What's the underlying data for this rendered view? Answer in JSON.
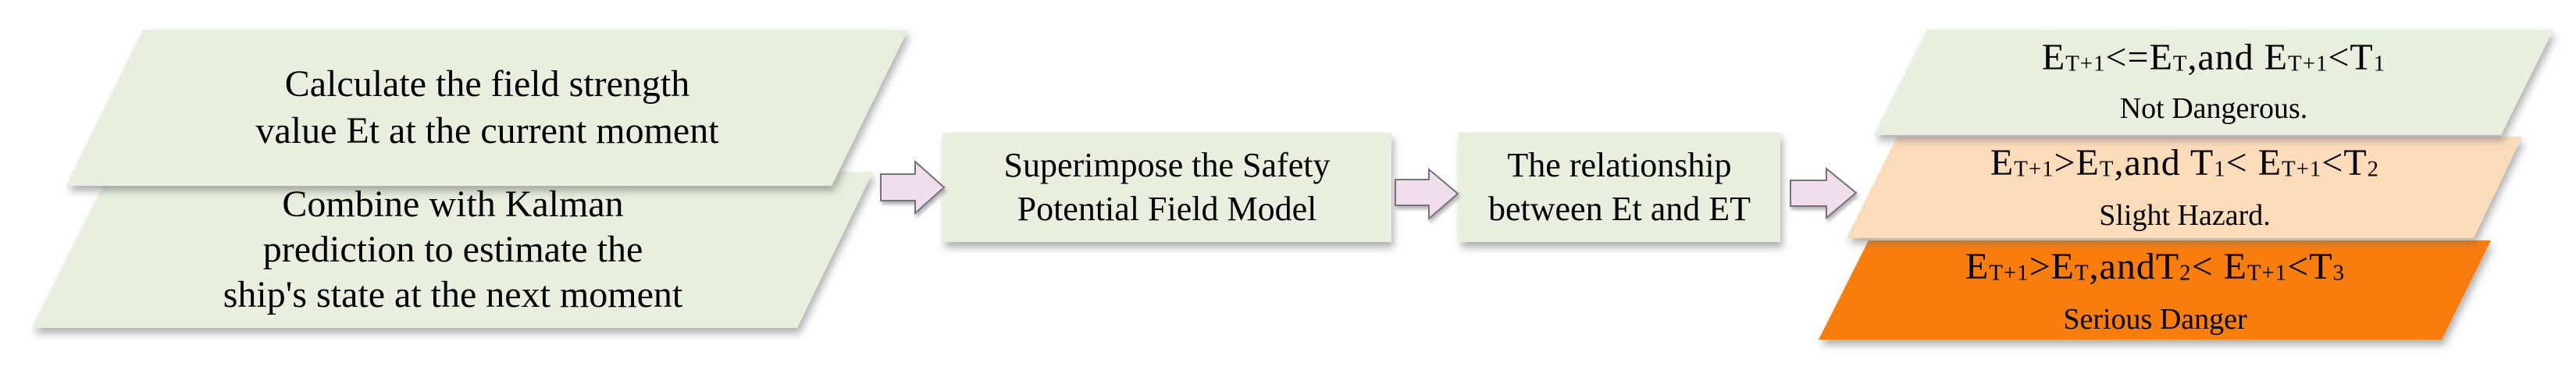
{
  "flowchart": {
    "inputs": [
      {
        "lines": [
          "Calculate the field strength",
          "value Et at the current moment"
        ]
      },
      {
        "lines": [
          "Combine with Kalman",
          "prediction to estimate the",
          "ship's state at the next moment"
        ]
      }
    ],
    "processes": [
      {
        "lines": [
          "Superimpose the Safety",
          "Potential Field Model"
        ]
      },
      {
        "lines": [
          "The relationship",
          "between Et and ET"
        ]
      }
    ],
    "outcomes": [
      {
        "formula": [
          {
            "t": "E"
          },
          {
            "t": "T+1",
            "sub": true
          },
          {
            "t": "<=E"
          },
          {
            "t": "T",
            "sub": true
          },
          {
            "t": ",and E"
          },
          {
            "t": "T+1",
            "sub": true
          },
          {
            "t": "<T"
          },
          {
            "t": "1",
            "sub": true
          }
        ],
        "label": "Not Dangerous."
      },
      {
        "formula": [
          {
            "t": "E"
          },
          {
            "t": "T+1",
            "sub": true
          },
          {
            "t": ">E"
          },
          {
            "t": "T",
            "sub": true
          },
          {
            "t": ",and T"
          },
          {
            "t": "1",
            "sub": true
          },
          {
            "t": "< E"
          },
          {
            "t": "T+1",
            "sub": true
          },
          {
            "t": "<T"
          },
          {
            "t": "2",
            "sub": true
          }
        ],
        "label": "Slight Hazard."
      },
      {
        "formula": [
          {
            "t": "E"
          },
          {
            "t": "T+1",
            "sub": true
          },
          {
            "t": ">E"
          },
          {
            "t": "T",
            "sub": true
          },
          {
            "t": ",andT"
          },
          {
            "t": "2",
            "sub": true
          },
          {
            "t": "< E"
          },
          {
            "t": "T+1",
            "sub": true
          },
          {
            "t": "<T"
          },
          {
            "t": "3",
            "sub": true
          }
        ],
        "label": "Serious Danger"
      }
    ],
    "colors": {
      "step_fill": "#E9EFDE",
      "outcome_safe_fill": "#E9EFDE",
      "outcome_slight_fill": "#FBDCBA",
      "outcome_serious_fill": "#F97D08",
      "arrow_fill": "#F0DEEC",
      "arrow_stroke": "#77717C",
      "text": "#000000"
    }
  }
}
